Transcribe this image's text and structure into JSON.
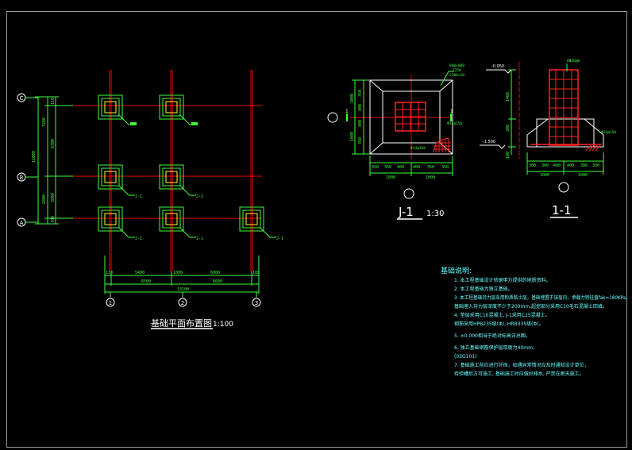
{
  "plan": {
    "title": "基础平面布置图",
    "scale": "1:100",
    "axes_vertical": [
      "1",
      "2",
      "3"
    ],
    "axes_horizontal": [
      "C",
      "B",
      "A"
    ],
    "dims_bottom_row1": [
      "5400",
      "6000"
    ],
    "dims_bottom_row2": [
      "6500",
      "6600"
    ],
    "dims_bottom_total": "13100",
    "dims_bottom_small": [
      "110",
      "1000",
      "100"
    ],
    "dims_left_col1": [
      "6300",
      "3800"
    ],
    "dims_left_col2": [
      "7200",
      "2800"
    ],
    "dims_left_total": "11000",
    "dims_left_small": [
      "110",
      "100"
    ],
    "tag_label": "J-1"
  },
  "j1": {
    "title": "J-1",
    "scale": "1:30",
    "note_top": [
      "800×800",
      "7250",
      "2100×10"
    ],
    "note_right": "Φ14@150",
    "note_bottom": "Φ14@150",
    "dims_bottom": [
      "350",
      "350",
      "400",
      "400",
      "350",
      "350"
    ],
    "dims_bottom_total": [
      "1000",
      "1000"
    ],
    "dims_left": [
      "1000",
      "350",
      "400",
      "400",
      "350",
      "1000"
    ],
    "section_mark": "1"
  },
  "s11": {
    "title": "1-1",
    "note_top": "8Φ20@0",
    "level_top": "-0.050",
    "level_bottom": "-1.500",
    "note_right": "Φ14@150",
    "dims_bottom": [
      "300",
      "300",
      "400",
      "400",
      "300",
      "300"
    ],
    "dims_bottom_total": [
      "1000",
      "1000"
    ],
    "dims_left": [
      "100",
      "1400",
      "300"
    ]
  },
  "notes": {
    "heading": "基础说明:",
    "items": [
      "1.  本工程基础设计依据甲方提供的地质资料。",
      "2.  本工程基础为独立基础。",
      "3.  本工程基础持力层采用粉质粘土层，基础埋置于该层内，承载力特征值fak=180KPa,",
      "    基础埋入持力层深度不少于200mm,超挖部分采用C10毛石混凝土回填。",
      "4.  垫层采用C10混凝土, J-1采用C25混凝土。",
      "    钢筋采用HPB235级(Φ), HRB335级(Φ)。",
      "5.  ±0.000相当于绝对标高详总图。",
      "6.  独立基础钢筋保护层厚度为40mm,",
      "    (03G101)",
      "7.  基础施工前应进行钎探，如遇异常情况应及时通知设计单位，",
      "    待验槽后方可施工, 基础施工时应做好排水, 严禁在雨天施工。"
    ]
  }
}
